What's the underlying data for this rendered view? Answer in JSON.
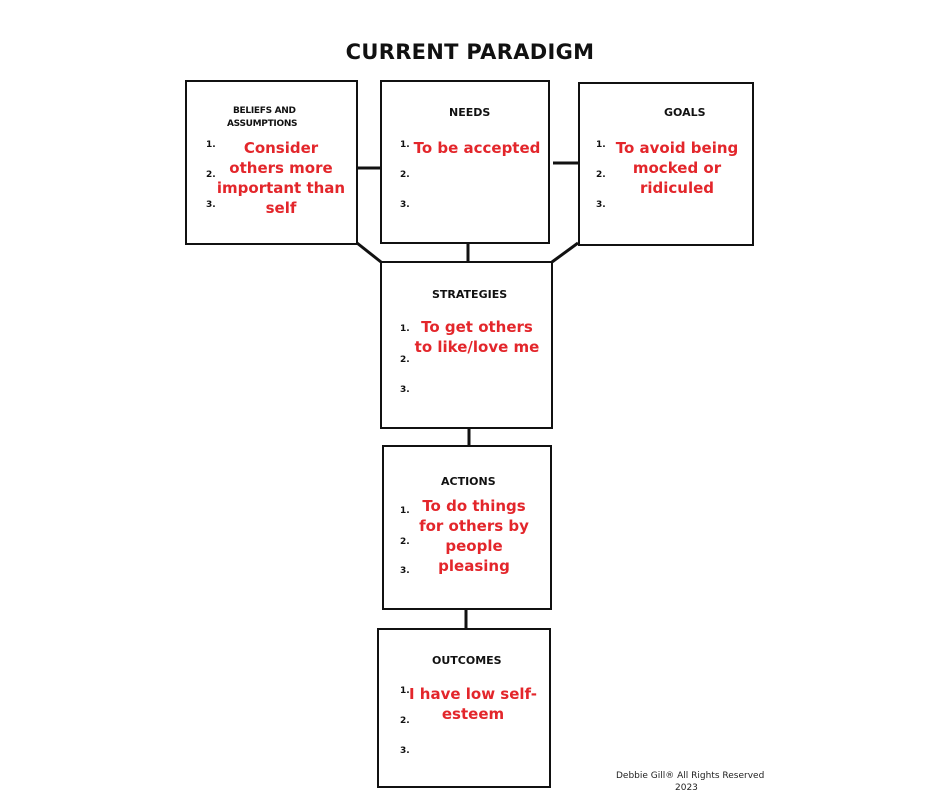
{
  "title": "CURRENT PARADIGM",
  "boxes": {
    "beliefs": {
      "header_line1": "BELIEFS AND",
      "header_line2": "ASSUMPTIONS",
      "n1": "1.",
      "n2": "2.",
      "n3": "3.",
      "text": "Consider others more important than self"
    },
    "needs": {
      "header": "NEEDS",
      "n1": "1.",
      "n2": "2.",
      "n3": "3.",
      "text": "To be accepted"
    },
    "goals": {
      "header": "GOALS",
      "n1": "1.",
      "n2": "2.",
      "n3": "3.",
      "text": "To avoid being mocked or ridiculed"
    },
    "strategies": {
      "header": "STRATEGIES",
      "n1": "1.",
      "n2": "2.",
      "n3": "3.",
      "text": "To get others to like/love me"
    },
    "actions": {
      "header": "ACTIONS",
      "n1": "1.",
      "n2": "2.",
      "n3": "3.",
      "text": "To do things for others by people pleasing"
    },
    "outcomes": {
      "header": "OUTCOMES",
      "n1": "1.",
      "n2": "2.",
      "n3": "3.",
      "text": "I have low self-esteem"
    }
  },
  "footer": "Debbie Gill® All Rights Reserved",
  "footer_line2": "2023"
}
